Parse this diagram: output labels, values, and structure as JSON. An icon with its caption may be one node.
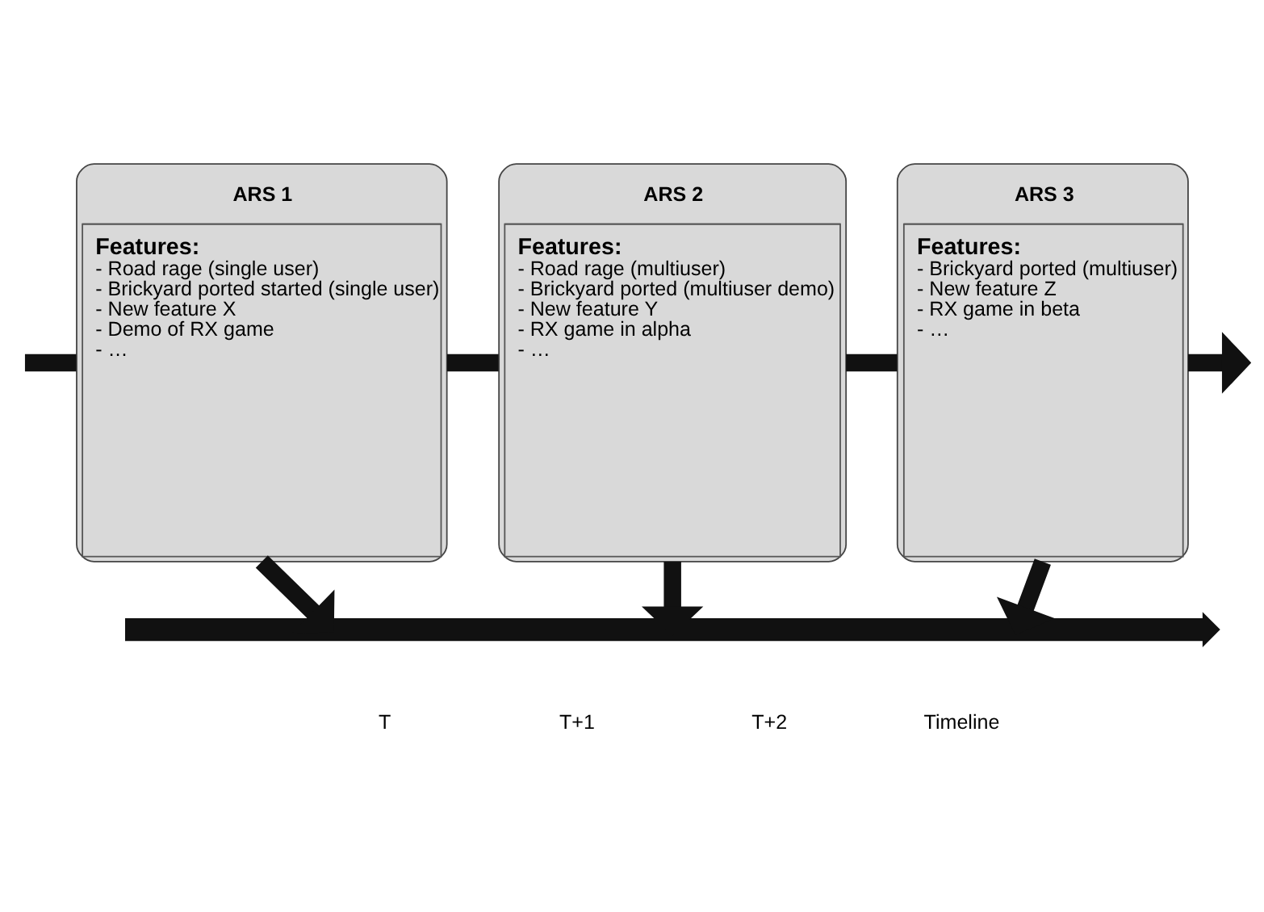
{
  "diagram": {
    "nodes": [
      {
        "text": [
          "ARS 1",
          "Features:",
          "- Road rage (single user)",
          "- Brickyard ported started (single user)",
          "- New feature X",
          "- Demo of RX game",
          "- …"
        ]
      },
      {
        "text": [
          "ARS 2",
          "Features:",
          "- Road rage (multiuser)",
          "- Brickyard ported (multiuser demo)",
          "- New feature Y",
          "- RX game in alpha",
          "- …"
        ]
      },
      {
        "text": [
          "ARS 3",
          "Features:",
          "- Brickyard ported (multiuser)",
          "- New feature Z",
          "- RX game in beta",
          "- …"
        ]
      },
      {
        "text": [],
        "shape": "bar"
      }
    ],
    "edges": [
      {
        "from": null,
        "to": 0,
        "arrow": "none"
      },
      {
        "from": 0,
        "to": 1,
        "arrow": "none"
      },
      {
        "from": 1,
        "to": 2,
        "arrow": "none"
      },
      {
        "from": 2,
        "to": null,
        "arrow": "to"
      },
      {
        "from": 0,
        "to": 3,
        "arrow": "to"
      },
      {
        "from": 1,
        "to": 3,
        "arrow": "to"
      },
      {
        "from": 2,
        "to": 3,
        "arrow": "to"
      }
    ],
    "labels": [
      "T",
      "T+1",
      "T+2",
      "Timeline"
    ]
  }
}
